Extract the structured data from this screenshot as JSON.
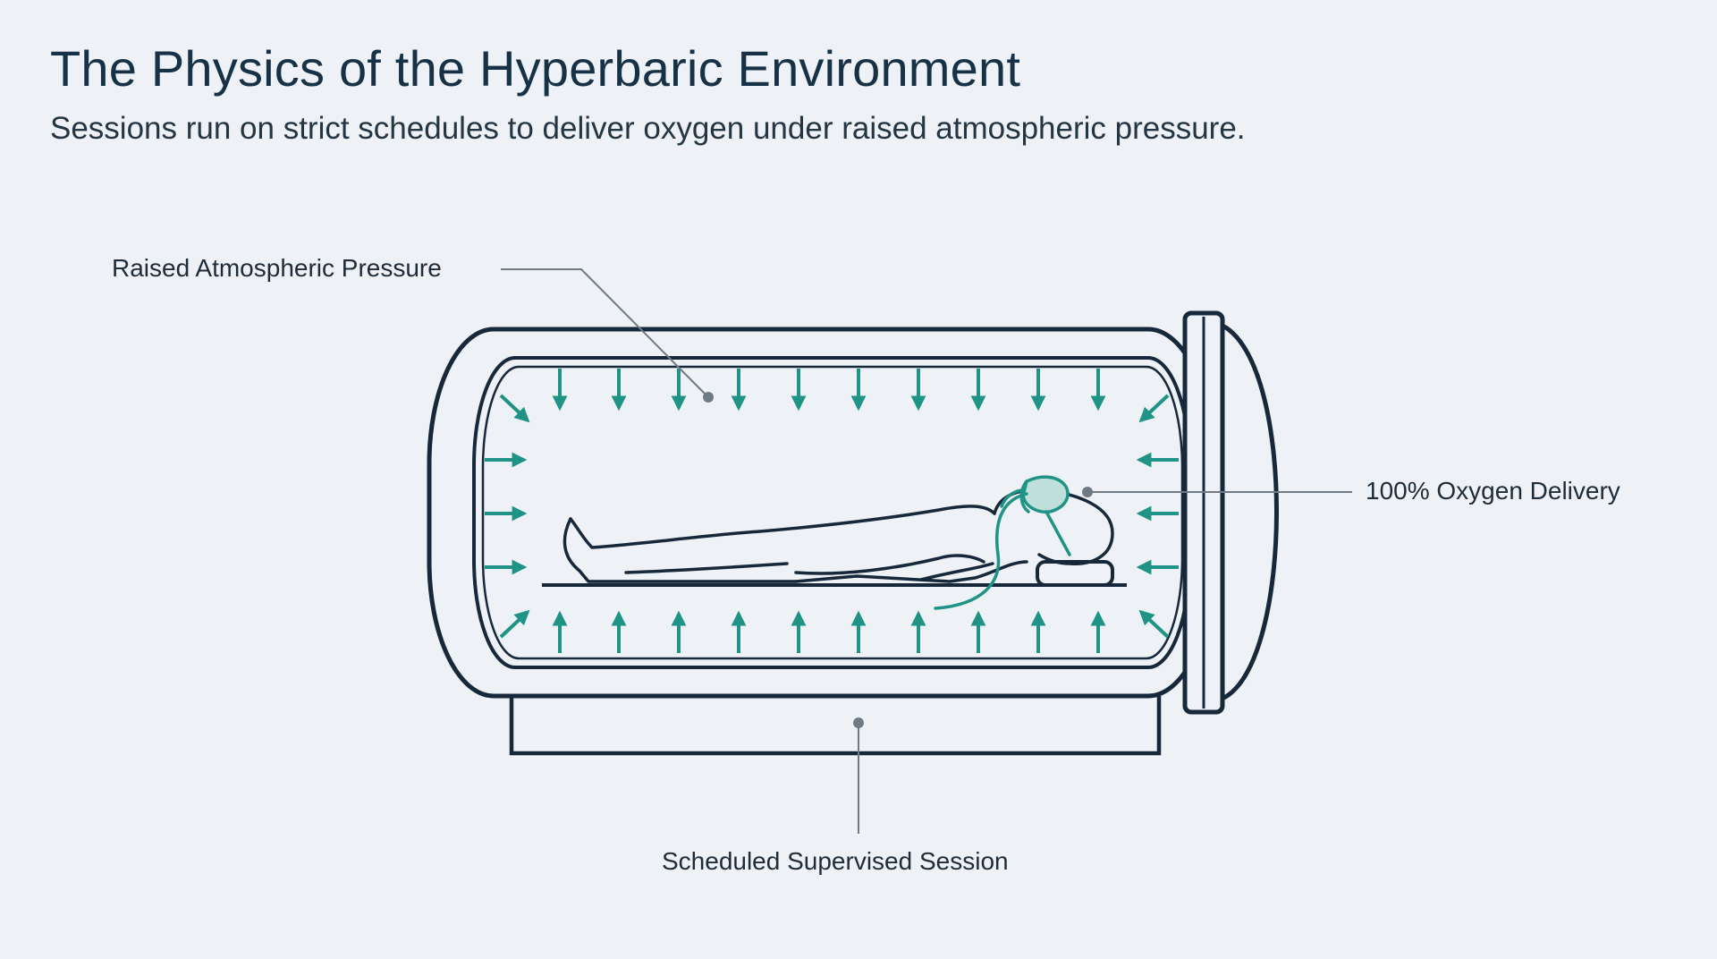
{
  "header": {
    "title": "The Physics of the Hyperbaric Environment",
    "subtitle": "Sessions run on strict schedules to deliver oxygen under raised atmospheric pressure."
  },
  "callouts": {
    "pressure": "Raised Atmospheric Pressure",
    "oxygen": "100% Oxygen Delivery",
    "session": "Scheduled Supervised Session"
  },
  "colors": {
    "background": "#eef1f5",
    "outline": "#17283a",
    "accent": "#1f9385",
    "leader": "#6f7a85"
  },
  "icons": [
    "pressure-arrow-icon",
    "patient-figure-icon",
    "oxygen-mask-icon"
  ]
}
